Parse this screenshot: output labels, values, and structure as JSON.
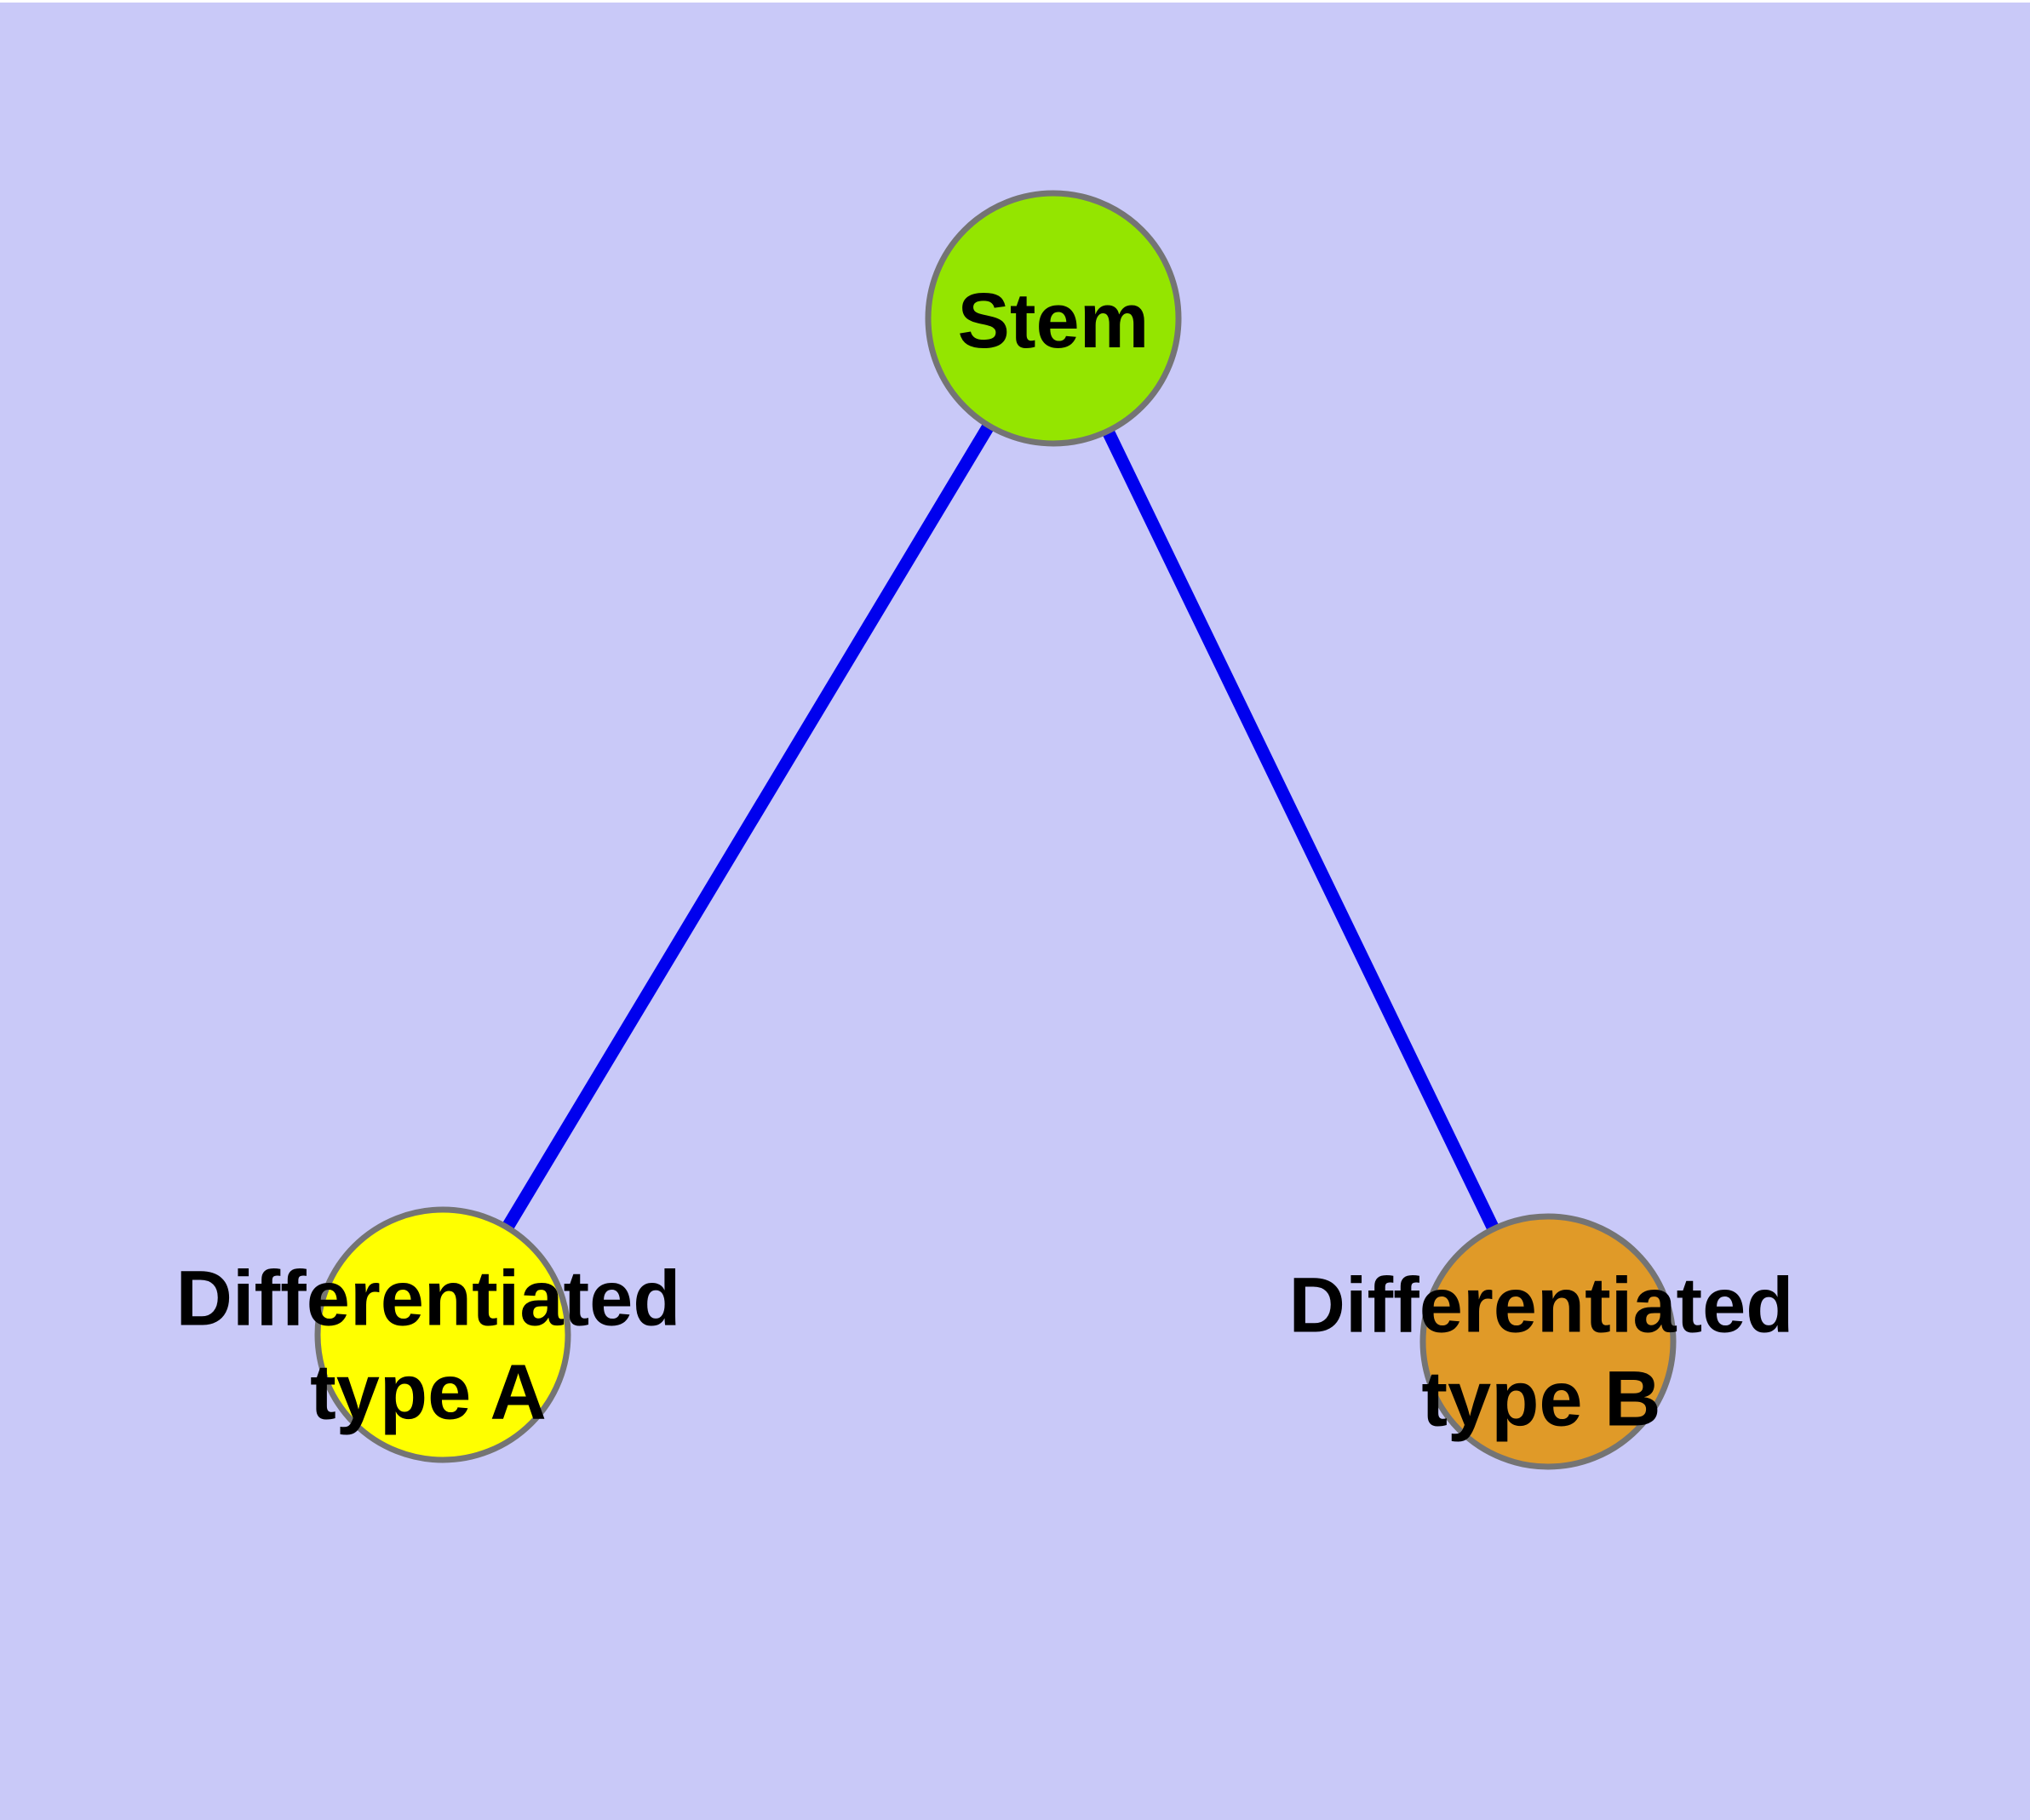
{
  "diagram": {
    "background_color": "#C9C9F8",
    "edge_color": "#0000EE",
    "node_border_color": "#747474",
    "text_color": "#000000",
    "nodes": {
      "stem": {
        "label": "Stem",
        "fill": "#94E500"
      },
      "type_a": {
        "label": "Differentiated type A",
        "line1": "Differentiated",
        "line2": "type A",
        "fill": "#FFFF00"
      },
      "type_b": {
        "label": "Differentiated type B",
        "line1": "Differentiated",
        "line2": "type B",
        "fill": "#E09A28"
      }
    },
    "edges": [
      {
        "from": "Stem",
        "to": "Differentiated type A"
      },
      {
        "from": "Stem",
        "to": "Differentiated type B"
      }
    ]
  }
}
